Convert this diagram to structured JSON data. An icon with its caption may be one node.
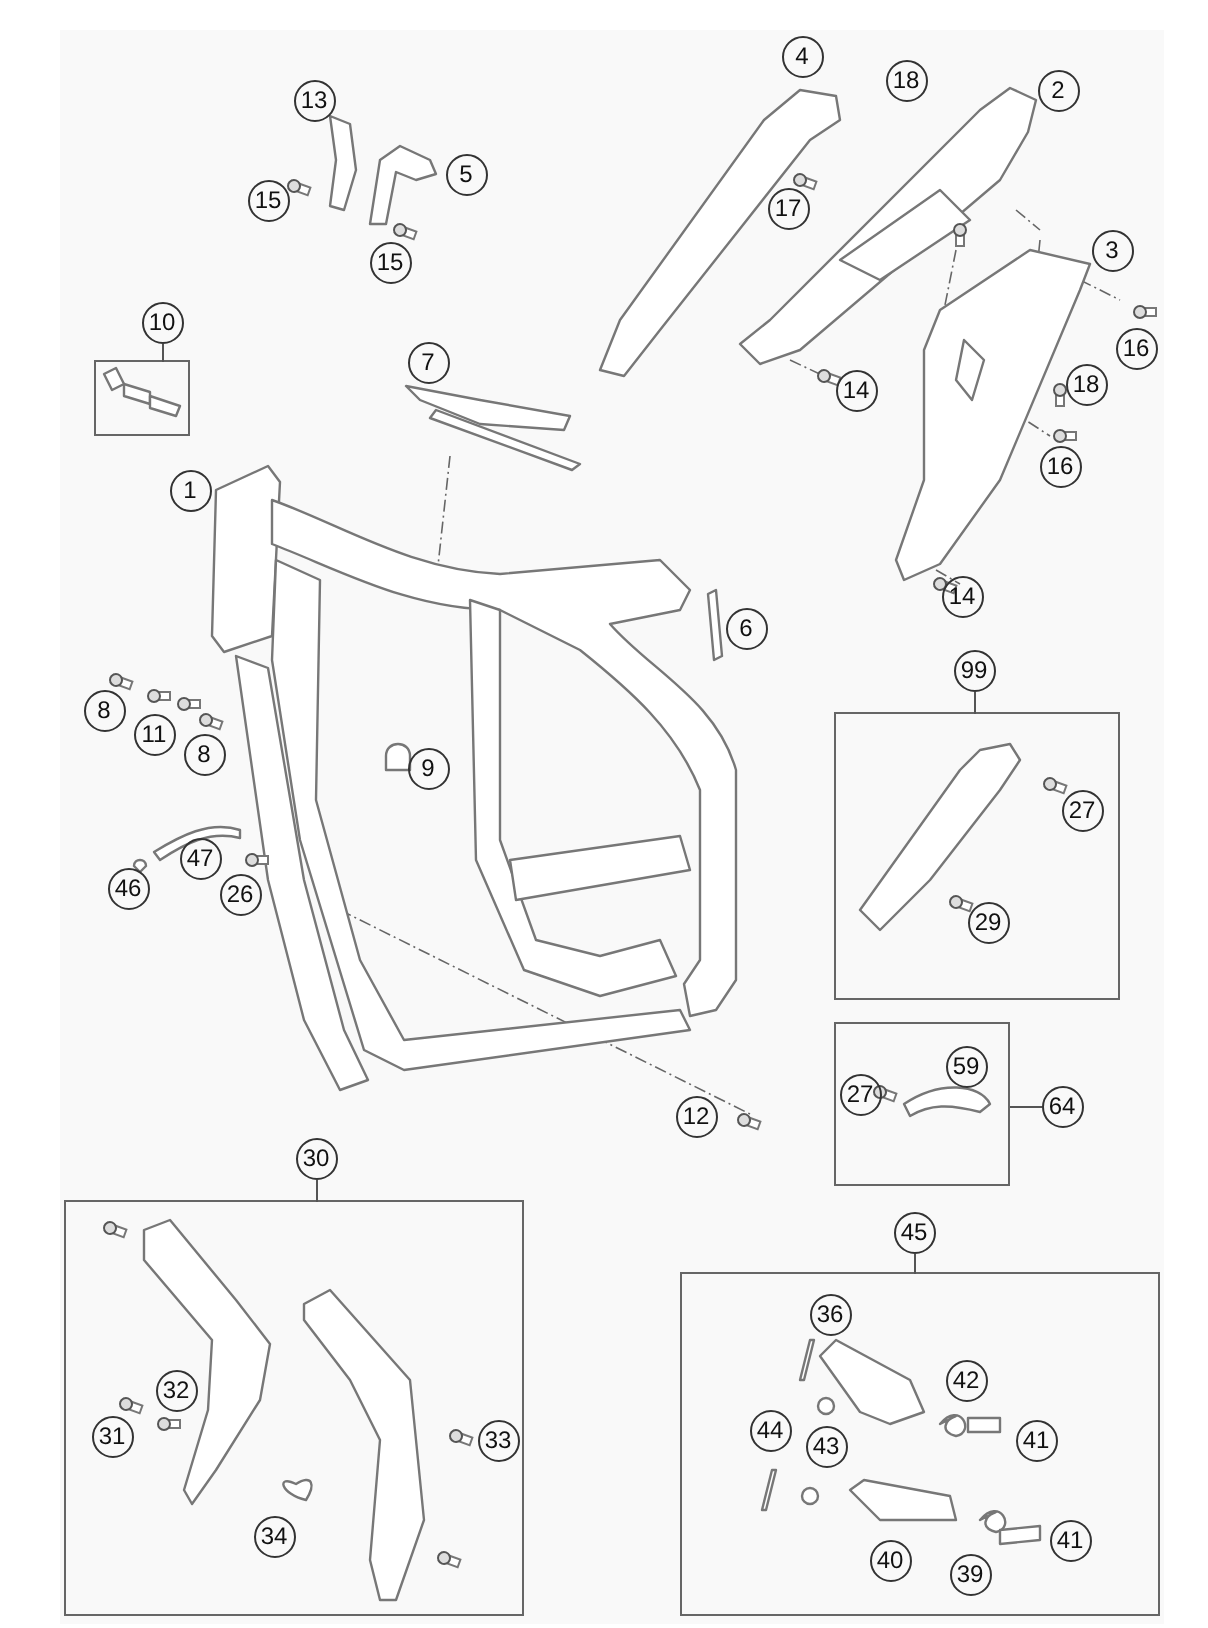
{
  "diagram": {
    "nodes": [
      {
        "text": [
          "10"
        ]
      },
      {
        "text": [
          "99"
        ]
      },
      {
        "text": [
          "64"
        ]
      },
      {
        "text": [
          "30"
        ]
      },
      {
        "text": [
          "45"
        ]
      }
    ],
    "labels": [
      "4",
      "13",
      "18",
      "2",
      "5",
      "15",
      "17",
      "15",
      "3",
      "16",
      "14",
      "18",
      "7",
      "16",
      "1",
      "14",
      "6",
      "8",
      "11",
      "8",
      "9",
      "27",
      "47",
      "46",
      "26",
      "29",
      "59",
      "27",
      "12",
      "32",
      "31",
      "33",
      "34",
      "36",
      "42",
      "44",
      "43",
      "41",
      "40",
      "41",
      "39"
    ]
  }
}
